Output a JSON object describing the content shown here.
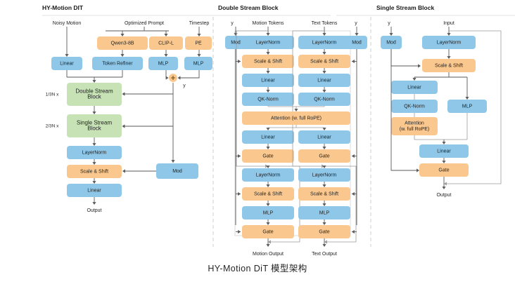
{
  "caption": "HY-Motion DiT 模型架构",
  "colors": {
    "blue": "#8ec7e8",
    "orange": "#fac88f",
    "green": "#c7e3b6",
    "edge": "#5a5a5a",
    "edge_light": "#9b9b9b",
    "divider": "#cfcfcf",
    "text": "#1f1f1f",
    "background": "#ffffff"
  },
  "panels": [
    {
      "id": "hy-motion-dit",
      "title": "HY-Motion DIT",
      "inputs": [
        "Noisy Motion",
        "Optimized Prompt",
        "Timestep"
      ],
      "nodes": [
        {
          "name": "qwen3-8b",
          "label": "Qwen3-8B",
          "color": "orange"
        },
        {
          "name": "clip-l",
          "label": "CLIP-L",
          "color": "orange"
        },
        {
          "name": "pe",
          "label": "PE",
          "color": "orange"
        },
        {
          "name": "linear-1",
          "label": "Linear",
          "color": "blue"
        },
        {
          "name": "token-refiner",
          "label": "Token Refiner",
          "color": "blue"
        },
        {
          "name": "mlp-1",
          "label": "MLP",
          "color": "blue"
        },
        {
          "name": "mlp-2",
          "label": "MLP",
          "color": "blue"
        },
        {
          "name": "sum-node",
          "label": "+",
          "color": "orange"
        },
        {
          "name": "y-label",
          "label": "y",
          "color": "none"
        },
        {
          "name": "double-stream-block",
          "label": "Double Stream Block",
          "color": "green"
        },
        {
          "name": "single-stream-block",
          "label": "Single Stream Block",
          "color": "green"
        },
        {
          "name": "layernorm-out",
          "label": "LayerNorm",
          "color": "blue"
        },
        {
          "name": "scale-shift-out",
          "label": "Scale & Shift",
          "color": "orange"
        },
        {
          "name": "linear-out",
          "label": "Linear",
          "color": "blue"
        },
        {
          "name": "mod-out",
          "label": "Mod",
          "color": "blue"
        }
      ],
      "repeat_labels": [
        "1/3N x",
        "2/3N x"
      ],
      "output": "Output"
    },
    {
      "id": "double-stream-block",
      "title": "Double Stream Block",
      "inputs": [
        "y",
        "Motion Tokens",
        "Text Tokens",
        "y"
      ],
      "columns": [
        {
          "name": "motion-stream",
          "stages": [
            "LayerNorm",
            "Scale & Shift",
            "Linear",
            "QK-Norm",
            "Linear",
            "Gate",
            "LayerNorm",
            "Scale & Shift",
            "MLP",
            "Gate"
          ],
          "output": "Motion Output"
        },
        {
          "name": "text-stream",
          "stages": [
            "LayerNorm",
            "Scale & Shift",
            "Linear",
            "QK-Norm",
            "Linear",
            "Gate",
            "LayerNorm",
            "Scale & Shift",
            "MLP",
            "Gate"
          ],
          "output": "Text Output"
        }
      ],
      "attention": "Attention (w. full RoPE)",
      "mod_left": "Mod",
      "mod_right": "Mod"
    },
    {
      "id": "single-stream-block",
      "title": "Single Stream Block",
      "inputs": [
        "y",
        "Input"
      ],
      "nodes": [
        {
          "name": "mod",
          "label": "Mod",
          "color": "blue"
        },
        {
          "name": "layernorm",
          "label": "LayerNorm",
          "color": "blue"
        },
        {
          "name": "scale-shift",
          "label": "Scale & Shift",
          "color": "orange"
        },
        {
          "name": "linear-qkv",
          "label": "Linear",
          "color": "blue"
        },
        {
          "name": "qk-norm",
          "label": "QK-Norm",
          "color": "blue"
        },
        {
          "name": "attention",
          "label": "Attention\n(w. full RoPE)",
          "color": "orange"
        },
        {
          "name": "mlp",
          "label": "MLP",
          "color": "blue"
        },
        {
          "name": "linear-proj",
          "label": "Linear",
          "color": "blue"
        },
        {
          "name": "gate",
          "label": "Gate",
          "color": "orange"
        }
      ],
      "output": "Output"
    }
  ]
}
